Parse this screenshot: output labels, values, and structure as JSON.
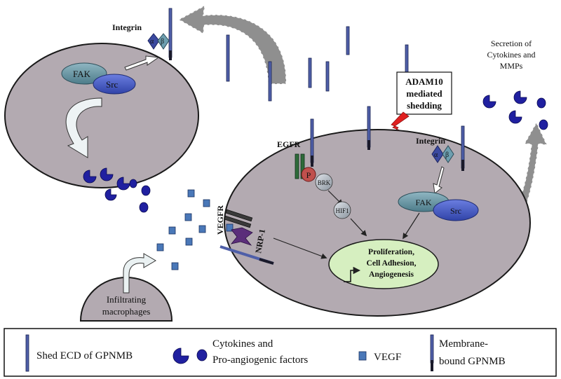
{
  "labels": {
    "integrin_left": "Integrin",
    "alpha": "α",
    "beta": "β",
    "fak_left": "FAK",
    "src_left": "Src",
    "integrin_right": "Integrin",
    "egfr": "EGFR",
    "phospho": "P",
    "brk": "BRK",
    "hif1": "HIF1",
    "vegfr": "VEGFR",
    "nrp1": "NRP-1",
    "fak_right": "FAK",
    "src_right": "Src",
    "adam10": [
      "ADAM10",
      "mediated",
      "shedding"
    ],
    "secretion": [
      "Secretion of",
      "Cytokines and",
      "MMPs"
    ],
    "nucleus": [
      "Proliferation,",
      "Cell Adhesion,",
      "Angiogenesis"
    ],
    "macrophages": [
      "Infiltrating",
      "macrophages"
    ]
  },
  "legend": {
    "shed_ecd": "Shed ECD of GPNMB",
    "cytokines": [
      "Cytokines and",
      "Pro-angiogenic factors"
    ],
    "vegf": "VEGF",
    "membrane_bound": [
      "Membrane-",
      "bound GPNMB"
    ]
  },
  "colors": {
    "cell_fill": "#b3aab1",
    "cell_stroke": "#1a1a1a",
    "gpnmb_bar": "#4f5fa8",
    "cytokine": "#2020a0",
    "vegf": "#4a78b8",
    "fak": "#5a8a98",
    "src": "#4b5cc0",
    "nucleus_fill": "#d6efc0",
    "phospho": "#c0504d",
    "nrp1": "#5b2e7a",
    "lightning": "#e02020"
  }
}
